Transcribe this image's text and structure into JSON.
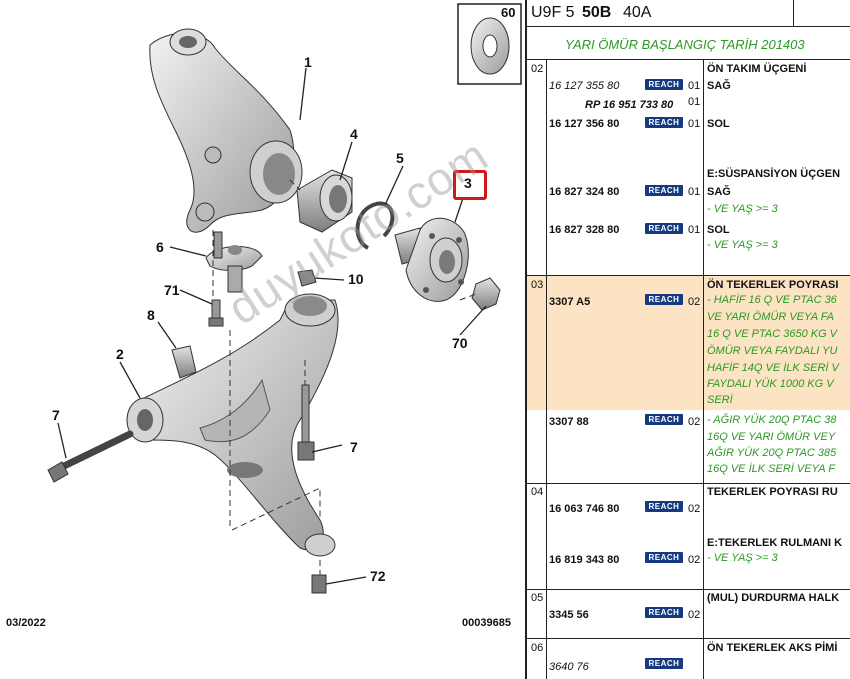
{
  "diagram": {
    "callouts": [
      "1",
      "2",
      "3",
      "4",
      "5",
      "6",
      "71",
      "8",
      "7",
      "10",
      "70",
      "7",
      "72"
    ],
    "thumbnail_number": "60",
    "date": "03/2022",
    "ref": "00039685",
    "watermark": "duyukoto.com"
  },
  "header": {
    "code": "U9F 5",
    "engine": "50B",
    "variant": "40A",
    "subtitle": "YARI ÖMÜR BAŞLANGIÇ TARİH 201403"
  },
  "badge_label": "REACH",
  "sections": [
    {
      "num": "02",
      "rows": [
        {
          "pn": "16 127 355 80",
          "reach": true,
          "qty": "01",
          "desc": "ÖN TAKIM ÜÇGENİ",
          "note_desc": "SAĞ"
        },
        {
          "pn": "RP 16 951 733 80",
          "qty": "01"
        },
        {
          "pn": "16 127 356 80",
          "reach": true,
          "qty": "01",
          "desc": "SOL"
        },
        {
          "pn": "16 827 324 80",
          "reach": true,
          "qty": "01",
          "desc": "E:SÜSPANSİYON ÜÇGEN",
          "desc2": "SAĞ",
          "notes": [
            "- VE YAŞ >= 3"
          ]
        },
        {
          "pn": "16 827 328 80",
          "reach": true,
          "qty": "01",
          "desc": "SOL",
          "notes": [
            "- VE YAŞ >= 3"
          ]
        }
      ]
    },
    {
      "num": "03",
      "rows": [
        {
          "pn": "3307 A5",
          "reach": true,
          "qty": "02",
          "desc": "ÖN TEKERLEK POYRASI",
          "notes": [
            "- HAFİF 16 Q VE PTAC 36",
            "VE YARI ÖMÜR VEYA FA",
            "16 Q VE PTAC 3650 KG V",
            "ÖMÜR VEYA FAYDALI YU",
            "HAFİF 14Q VE İLK SERİ V",
            "FAYDALI YÜK 1000 KG V",
            "SERİ"
          ]
        },
        {
          "pn": "3307 88",
          "reach": true,
          "qty": "02",
          "notes": [
            "- AĞIR YÜK 20Q PTAC 38",
            "16Q VE YARI ÖMÜR VEY",
            "AĞIR YÜK 20Q PTAC 385",
            "16Q VE İLK SERİ VEYA F"
          ]
        }
      ]
    },
    {
      "num": "04",
      "rows": [
        {
          "pn": "16 063 746 80",
          "reach": true,
          "qty": "02",
          "desc": "TEKERLEK POYRASI RU"
        },
        {
          "pn": "16 819 343 80",
          "reach": true,
          "qty": "02",
          "desc": "E:TEKERLEK RULMANI K",
          "notes": [
            "- VE YAŞ >= 3"
          ]
        }
      ]
    },
    {
      "num": "05",
      "rows": [
        {
          "pn": "3345 56",
          "reach": true,
          "qty": "02",
          "desc": "(MUL) DURDURMA HALK"
        }
      ]
    },
    {
      "num": "06",
      "rows": [
        {
          "pn": "3640 76",
          "reach": true,
          "qty": "",
          "desc": "ÖN TEKERLEK AKS PİMİ"
        }
      ]
    }
  ],
  "colors": {
    "reach_badge": "#163a82",
    "note_green": "#2a9a22",
    "highlight_row": "#fbe3c3",
    "callout_box": "#d01818"
  }
}
